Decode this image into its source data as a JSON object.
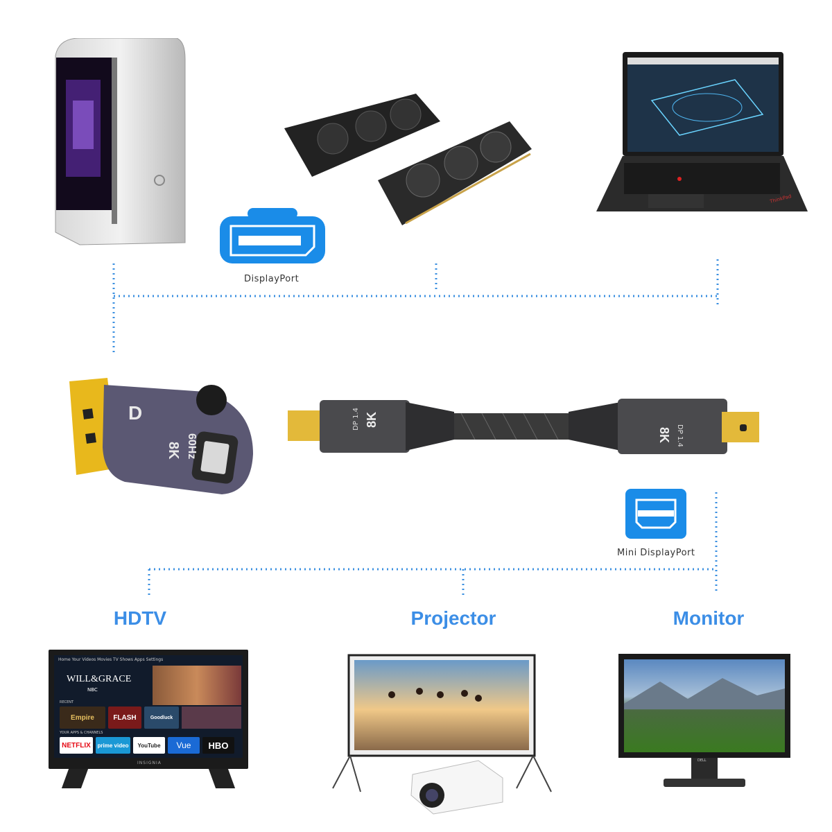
{
  "colors": {
    "accent": "#1a8ce8",
    "heading": "#3c8ee6",
    "dotted_line": "#3a8fe0"
  },
  "sources": {
    "items": [
      {
        "name": "desktop-pc",
        "icon": "pc-tower-icon"
      },
      {
        "name": "graphics-card",
        "icon": "gpu-icon"
      },
      {
        "name": "laptop",
        "icon": "laptop-icon"
      }
    ],
    "port_label": "DisplayPort",
    "laptop_brand": "ThinkPad"
  },
  "products": {
    "adapter": {
      "text_res": "8K",
      "text_rate": "60Hz"
    },
    "cable": {
      "version": "DP 1.4",
      "res": "8K"
    }
  },
  "outputs": {
    "port_label": "Mini DisplayPort",
    "devices": [
      {
        "label": "HDTV"
      },
      {
        "label": "Projector"
      },
      {
        "label": "Monitor"
      }
    ],
    "tv": {
      "nav": "Home  Your Videos  Movies  TV Shows  Apps  Settings",
      "show": "WILL&GRACE",
      "network": "NBC",
      "recent": "RECENT",
      "tiles": [
        "Empire",
        "FLASH",
        "Goodluck"
      ],
      "apps_label": "YOUR APPS & CHANNELS",
      "apps": [
        "NETFLIX",
        "prime video",
        "YouTube",
        "Vue",
        "HBO"
      ],
      "brand": "INSIGNIA"
    },
    "monitor_brand": "DELL"
  }
}
